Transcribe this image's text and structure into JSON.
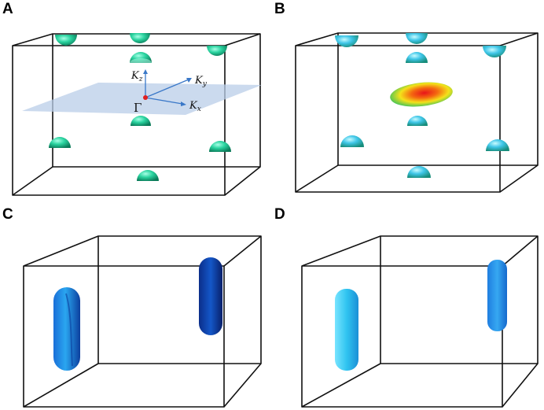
{
  "panels": [
    {
      "label": "A"
    },
    {
      "label": "B"
    },
    {
      "label": "C"
    },
    {
      "label": "D"
    }
  ],
  "axes": {
    "kz": "K",
    "kz_sub": "z",
    "ky": "K",
    "ky_sub": "y",
    "kx": "K",
    "kx_sub": "x",
    "origin": "Γ"
  },
  "colors": {
    "edge": "#111111",
    "plane": "#b9cde8",
    "pocket_green": "#2bd4a0",
    "pocket_cyan": "#3fc6e8",
    "pocket_blue_dark": "#1457c8",
    "pocket_blue_light": "#2aa6f0",
    "origin_dot": "#e02020",
    "axis_arrow": "#3a78c8"
  }
}
